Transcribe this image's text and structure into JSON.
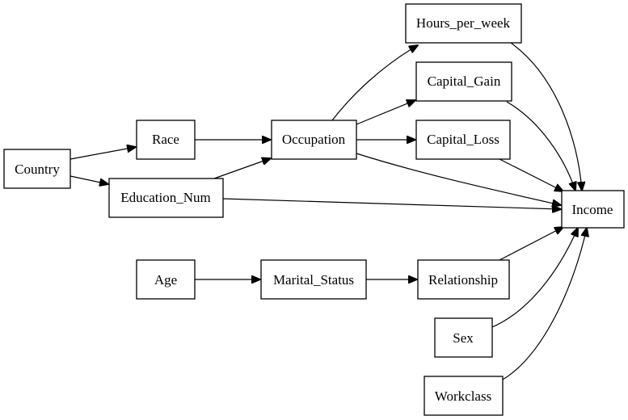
{
  "diagram": {
    "nodes": {
      "country": "Country",
      "race": "Race",
      "education_num": "Education_Num",
      "occupation": "Occupation",
      "hours_per_week": "Hours_per_week",
      "capital_gain": "Capital_Gain",
      "capital_loss": "Capital_Loss",
      "income": "Income",
      "age": "Age",
      "marital_status": "Marital_Status",
      "relationship": "Relationship",
      "sex": "Sex",
      "workclass": "Workclass"
    },
    "edges": [
      {
        "from": "Country",
        "to": "Race"
      },
      {
        "from": "Country",
        "to": "Education_Num"
      },
      {
        "from": "Race",
        "to": "Occupation"
      },
      {
        "from": "Education_Num",
        "to": "Occupation"
      },
      {
        "from": "Education_Num",
        "to": "Income"
      },
      {
        "from": "Occupation",
        "to": "Hours_per_week"
      },
      {
        "from": "Occupation",
        "to": "Capital_Gain"
      },
      {
        "from": "Occupation",
        "to": "Capital_Loss"
      },
      {
        "from": "Occupation",
        "to": "Income"
      },
      {
        "from": "Hours_per_week",
        "to": "Income"
      },
      {
        "from": "Capital_Gain",
        "to": "Income"
      },
      {
        "from": "Capital_Loss",
        "to": "Income"
      },
      {
        "from": "Age",
        "to": "Marital_Status"
      },
      {
        "from": "Marital_Status",
        "to": "Relationship"
      },
      {
        "from": "Relationship",
        "to": "Income"
      },
      {
        "from": "Sex",
        "to": "Income"
      },
      {
        "from": "Workclass",
        "to": "Income"
      }
    ],
    "colors": {
      "stroke": "#000000",
      "fill": "#ffffff",
      "text": "#000000"
    }
  }
}
